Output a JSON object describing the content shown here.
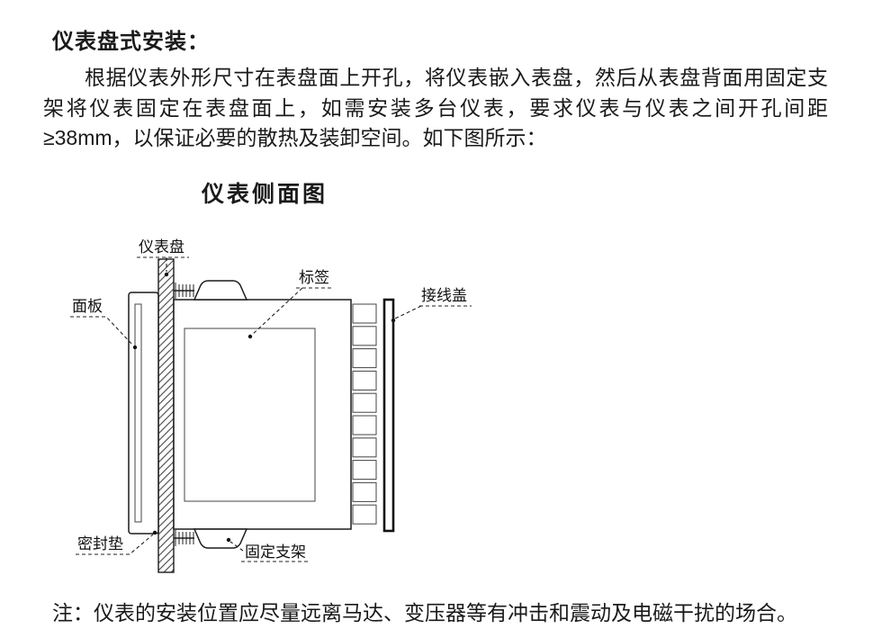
{
  "page": {
    "title": "仪表盘式安装：",
    "paragraph": "根据仪表外形尺寸在表盘面上开孔，将仪表嵌入表盘，然后从表盘背面用固定支架将仪表固定在表盘面上，如需安装多台仪表，要求仪表与仪表之间开孔间距≥38mm，以保证必要的散热及装卸空间。如下图所示：",
    "note": "注：仪表的安装位置应尽量远离马达、变压器等有冲击和震动及电磁干扰的场合。"
  },
  "diagram": {
    "title": "仪表侧面图",
    "labels": {
      "panel": "仪表盘",
      "front_panel": "面板",
      "tag": "标签",
      "wiring_cover": "接线盖",
      "gasket": "密封垫",
      "bracket": "固定支架"
    }
  }
}
